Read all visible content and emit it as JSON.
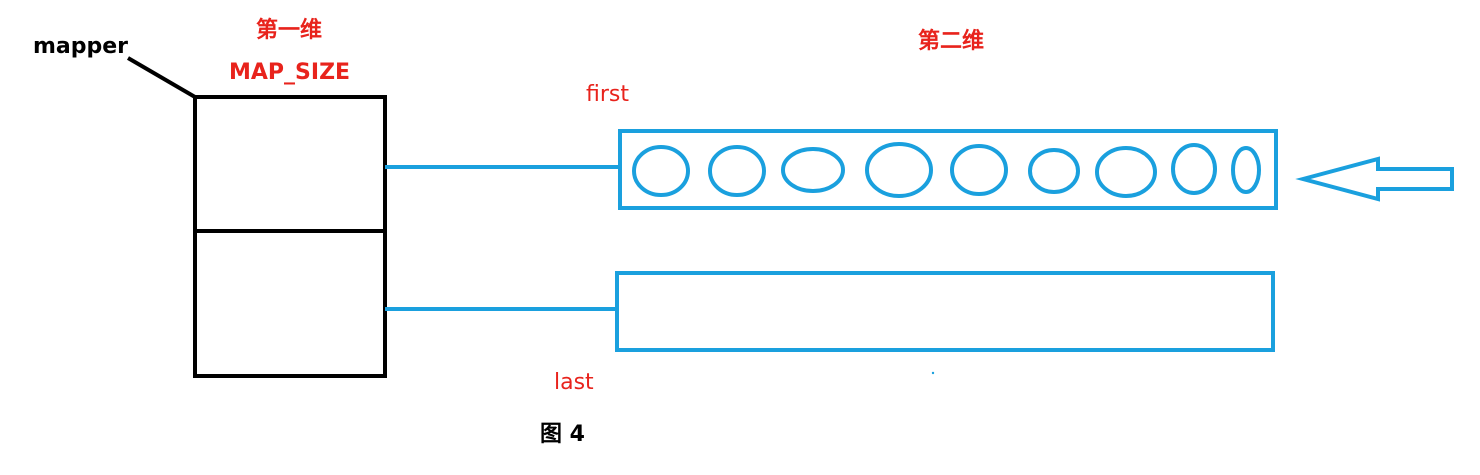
{
  "labels": {
    "mapper": "mapper",
    "first_dimension": "第一维",
    "map_size": "MAP_SIZE",
    "second_dimension": "第二维",
    "first": "first",
    "last": "last",
    "caption": "图 4"
  },
  "colors": {
    "label_red": "#e8231c",
    "line_blue": "#1aa0de",
    "line_black": "#000000"
  },
  "first_row": {
    "element_count": 9
  },
  "icons": {
    "arrow": "left-arrow-icon"
  }
}
